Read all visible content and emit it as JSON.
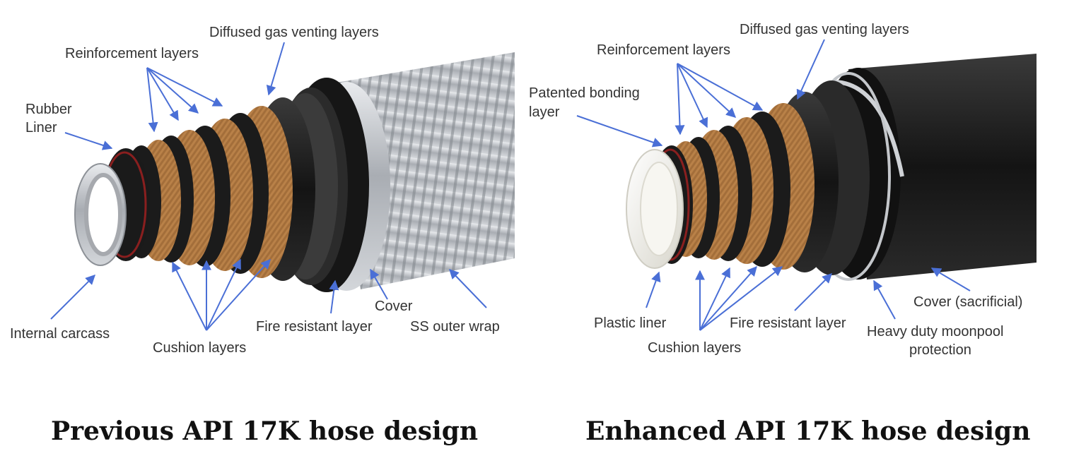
{
  "left_panel": {
    "caption": "Previous API 17K hose design",
    "labels": {
      "diffused_gas": "Diffused gas venting layers",
      "reinforcement": "Reinforcement layers",
      "rubber_liner_1": "Rubber",
      "rubber_liner_2": "Liner",
      "internal_carcass": "Internal carcass",
      "cushion": "Cushion layers",
      "fire_resistant": "Fire resistant layer",
      "cover": "Cover",
      "ss_outer_wrap": "SS outer wrap"
    }
  },
  "right_panel": {
    "caption": "Enhanced API 17K hose design",
    "labels": {
      "diffused_gas": "Diffused gas venting layers",
      "reinforcement": "Reinforcement layers",
      "bonding_1": "Patented bonding",
      "bonding_2": "layer",
      "plastic_liner": "Plastic liner",
      "cushion": "Cushion layers",
      "fire_resistant": "Fire resistant layer",
      "moonpool_1": "Heavy duty moonpool",
      "moonpool_2": "protection",
      "cover": "Cover (sacrificial)"
    }
  },
  "colors": {
    "arrow": "#4a6fd6",
    "copper": "#b07a45",
    "rubber": "#1c1c1c",
    "steel": "#b8bcc2",
    "liner_red": "#8a1f1f",
    "plastic": "#ecebe3"
  }
}
